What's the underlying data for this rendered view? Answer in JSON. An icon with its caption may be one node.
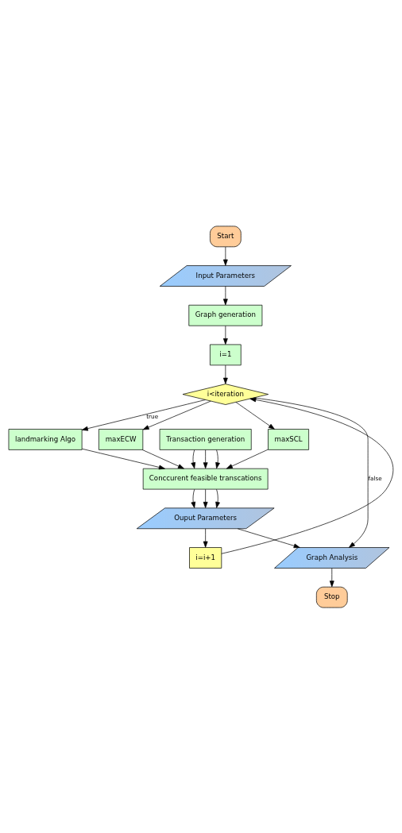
{
  "diagram": {
    "nodes": [
      {
        "text": [
          "Start"
        ]
      },
      {
        "text": [
          "Input Parameters"
        ]
      },
      {
        "text": [
          "Graph generation"
        ]
      },
      {
        "text": [
          "i=1"
        ]
      },
      {
        "text": [
          "i<iteration"
        ]
      },
      {
        "text": [
          "maxECW"
        ]
      },
      {
        "text": [
          "landmarking Algo"
        ]
      },
      {
        "text": [
          "maxSCL"
        ]
      },
      {
        "text": [
          "Transaction generation"
        ]
      },
      {
        "text": [
          "Conccurent feasible transcations"
        ]
      },
      {
        "text": [
          "Ouput Parameters"
        ]
      },
      {
        "text": [
          "i=i+1"
        ]
      },
      {
        "text": [
          "Graph Analysis"
        ]
      },
      {
        "text": [
          "Stop"
        ]
      }
    ],
    "edges": [
      {
        "from": 0,
        "to": 1,
        "arrow": "to"
      },
      {
        "from": 1,
        "to": 2,
        "arrow": "to"
      },
      {
        "from": 2,
        "to": 3,
        "arrow": "to"
      },
      {
        "from": 3,
        "to": 4,
        "arrow": "to"
      },
      {
        "from": 4,
        "to": 5,
        "arrow": "to"
      },
      {
        "from": 4,
        "to": 6,
        "arrow": "to",
        "label": "true"
      },
      {
        "from": 4,
        "to": 7,
        "arrow": "to"
      },
      {
        "from": 4,
        "to": 12,
        "arrow": "to",
        "label": "false"
      },
      {
        "from": 5,
        "to": 9,
        "arrow": "to"
      },
      {
        "from": 6,
        "to": 9,
        "arrow": "to"
      },
      {
        "from": 7,
        "to": 9,
        "arrow": "to"
      },
      {
        "from": 8,
        "to": 9,
        "arrow": "to"
      },
      {
        "from": 8,
        "to": 9,
        "arrow": "to"
      },
      {
        "from": 8,
        "to": 9,
        "arrow": "to"
      },
      {
        "from": 9,
        "to": 10,
        "arrow": "to"
      },
      {
        "from": 9,
        "to": 10,
        "arrow": "to"
      },
      {
        "from": 9,
        "to": 10,
        "arrow": "to"
      },
      {
        "from": 10,
        "to": 12,
        "arrow": "to"
      },
      {
        "from": 10,
        "to": 11,
        "arrow": "to"
      },
      {
        "from": 11,
        "to": 4,
        "arrow": "to"
      },
      {
        "from": 12,
        "to": 13,
        "arrow": "to"
      }
    ]
  }
}
